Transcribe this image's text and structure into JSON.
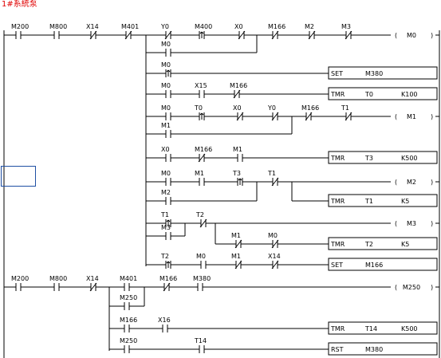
{
  "title": "1#系統泵",
  "colors": {
    "wire": "#000000",
    "title": "#e00000",
    "cursor": "#1f4fa3"
  },
  "rungs": [
    {
      "id": "rung1",
      "header": [
        "M200",
        "M800",
        "X14",
        "M401",
        "Y0",
        "M400",
        "X0",
        "M166",
        "M2",
        "M3"
      ],
      "branches": [
        {
          "contacts": [
            "M200",
            "M800",
            "X14",
            "M401",
            "Y0",
            "M400",
            "X0",
            "M166",
            "M2",
            "M3"
          ],
          "output": {
            "kind": "coil",
            "label": "M0"
          }
        },
        {
          "contacts": [
            "M0"
          ]
        },
        {
          "contacts": [
            "M0"
          ],
          "output": {
            "kind": "box",
            "op": "SET",
            "arg1": "M380",
            "arg2": ""
          }
        },
        {
          "contacts": [
            "M0",
            "X15",
            "M166"
          ],
          "output": {
            "kind": "box",
            "op": "TMR",
            "arg1": "T0",
            "arg2": "K100"
          }
        },
        {
          "contacts": [
            "M0",
            "T0",
            "X0",
            "Y0",
            "M166",
            "T1"
          ],
          "output": {
            "kind": "coil",
            "label": "M1"
          }
        },
        {
          "contacts": [
            "M1"
          ]
        },
        {
          "contacts": [
            "X0",
            "M166",
            "M1"
          ],
          "output": {
            "kind": "box",
            "op": "TMR",
            "arg1": "T3",
            "arg2": "K500"
          }
        },
        {
          "contacts": [
            "M0",
            "M1",
            "T3",
            "T1"
          ],
          "output": {
            "kind": "coil",
            "label": "M2"
          }
        },
        {
          "contacts": [
            "M2"
          ],
          "output": {
            "kind": "box",
            "op": "TMR",
            "arg1": "T1",
            "arg2": "K5"
          }
        },
        {
          "contacts": [
            "T1",
            "T2"
          ],
          "output": {
            "kind": "coil",
            "label": "M3"
          }
        },
        {
          "contacts": [
            "M3",
            "M1",
            "M0"
          ],
          "output": {
            "kind": "box",
            "op": "TMR",
            "arg1": "T2",
            "arg2": "K5"
          }
        },
        {
          "contacts": [
            "T2",
            "M0",
            "M1",
            "X14"
          ],
          "output": {
            "kind": "box",
            "op": "SET",
            "arg1": "M166",
            "arg2": ""
          }
        }
      ]
    },
    {
      "id": "rung2",
      "header": [
        "M200",
        "M800",
        "X14",
        "M401",
        "M166",
        "M380"
      ],
      "branches": [
        {
          "contacts": [
            "M200",
            "M800",
            "X14",
            "M401",
            "M166",
            "M380"
          ],
          "output": {
            "kind": "coil",
            "label": "M250"
          }
        },
        {
          "contacts": [
            "M250"
          ]
        },
        {
          "contacts": [
            "M166",
            "X16"
          ],
          "output": {
            "kind": "box",
            "op": "TMR",
            "arg1": "T14",
            "arg2": "K500"
          }
        },
        {
          "contacts": [
            "M250",
            "T14"
          ],
          "output": {
            "kind": "box",
            "op": "RST",
            "arg1": "M380",
            "arg2": ""
          }
        }
      ]
    }
  ]
}
